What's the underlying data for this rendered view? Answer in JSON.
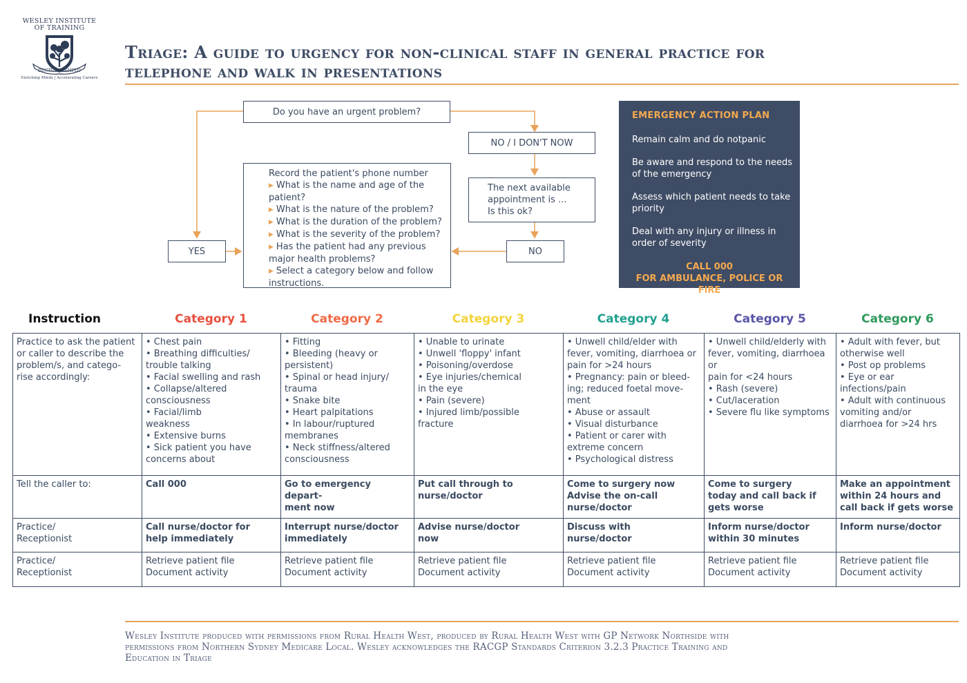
{
  "logo": {
    "name_line1": "WESLEY INSTITUTE",
    "name_line2": "OF TRAINING",
    "motto": "DUCTUS EXEMPLO",
    "tagline": "Enriching Minds | Accelerating Careers"
  },
  "title": {
    "line1": "Triage: A guide to urgency for non-clinical staff in general practice for",
    "line2": "telephone and walk in presentations"
  },
  "flowchart": {
    "question": "Do you have an urgent problem?",
    "no_now": "NO / I DON'T NOW",
    "next_appt": [
      "The next available",
      "appointment is ...",
      "Is this ok?"
    ],
    "yes": "YES",
    "no": "NO",
    "record_title": "Record the patient's phone number",
    "record_items": [
      "What is the name and age of the patient?",
      "What is the nature of the problem?",
      "What is the duration of the problem?",
      "What is the severity of the problem?",
      "Has the patient had any previous major health problems?",
      "Select a category below and follow instructions."
    ]
  },
  "emergency_plan": {
    "title": "EMERGENCY ACTION PLAN",
    "items": [
      "Remain calm and do notpanic",
      "Be aware and respond to the needs of the emergency",
      "Assess which patient needs to take priority",
      "Deal with any injury or illness in order of severity"
    ],
    "call_line1": "CALL 000",
    "call_line2": "FOR AMBULANCE, POLICE OR FIRE"
  },
  "colors": {
    "navy": "#3e4c65",
    "accent_orange": "#e8a35a",
    "instruction": "#111111",
    "cat1": "#e8503e",
    "cat2": "#f06a45",
    "cat3": "#f2d43a",
    "cat4": "#23a090",
    "cat5": "#5a55a6",
    "cat6": "#2e9a5a"
  },
  "table": {
    "headers": [
      "Instruction",
      "Category 1",
      "Category 2",
      "Category 3",
      "Category 4",
      "Category 5",
      "Category 6"
    ],
    "rows": [
      [
        [
          "Practice to ask the patient",
          "or caller to describe the",
          "problem/s, and catego-",
          "rise accordingly:"
        ],
        [
          "• Chest pain",
          "• Breathing difficulties/",
          "trouble talking",
          "• Facial swelling and rash",
          "• Collapse/altered",
          "consciousness",
          "• Facial/limb",
          "weakness",
          "• Extensive burns",
          "• Sick patient you have",
          "concerns about"
        ],
        [
          "• Fitting",
          "• Bleeding (heavy or",
          "persistent)",
          "• Spinal or head injury/",
          "trauma",
          "• Snake bite",
          "• Heart palpitations",
          "• In labour/ruptured",
          "membranes",
          "• Neck stiffness/altered",
          "consciousness"
        ],
        [
          "• Unable to urinate",
          "• Unwell 'floppy' infant",
          "• Poisoning/overdose",
          "• Eye injuries/chemical",
          "in the eye",
          "• Pain (severe)",
          "• Injured limb/possible",
          "fracture"
        ],
        [
          "• Unwell child/elder with",
          "fever, vomiting, diarrhoea or",
          "pain for >24 hours",
          "• Pregnancy: pain or bleed-",
          "ing; reduced foetal move-",
          "ment",
          "• Abuse or assault",
          "• Visual disturbance",
          "• Patient or carer with",
          "extreme concern",
          "• Psychological distress"
        ],
        [
          "• Unwell child/elderly with",
          "fever, vomiting, diarrhoea or",
          "pain for <24 hours",
          "• Rash (severe)",
          "• Cut/laceration",
          "• Severe flu like symptoms"
        ],
        [
          "• Adult with fever, but",
          "otherwise well",
          "• Post op problems",
          "• Eye or ear",
          "infections/pain",
          "• Adult with continuous",
          "vomiting and/or",
          "diarrhoea for >24 hrs"
        ]
      ],
      [
        [
          "Tell the caller to:"
        ],
        [
          "Call 000"
        ],
        [
          "Go to emergency depart-",
          "ment now"
        ],
        [
          "Put call through to",
          "nurse/doctor"
        ],
        [
          "Come to surgery now",
          "Advise the on-call",
          "nurse/doctor"
        ],
        [
          "Come to surgery",
          "today and call back if",
          "gets worse"
        ],
        [
          "Make an appointment",
          "within 24 hours and",
          "call back if gets worse"
        ]
      ],
      [
        [
          "Practice/",
          "Receptionist"
        ],
        [
          "Call nurse/doctor for",
          "help immediately"
        ],
        [
          "Interrupt nurse/doctor",
          "immediately"
        ],
        [
          "Advise nurse/doctor",
          "now"
        ],
        [
          "Discuss with",
          "nurse/doctor"
        ],
        [
          "Inform nurse/doctor",
          "within 30 minutes"
        ],
        [
          "Inform nurse/doctor"
        ]
      ],
      [
        [
          "Practice/",
          "Receptionist"
        ],
        [
          "Retrieve patient file",
          "Document activity"
        ],
        [
          "Retrieve patient file",
          "Document activity"
        ],
        [
          "Retrieve patient file",
          "Document activity"
        ],
        [
          "Retrieve patient file",
          "Document activity"
        ],
        [
          "Retrieve patient file",
          "Document activity"
        ],
        [
          "Retrieve patient file",
          "Document activity"
        ]
      ]
    ]
  },
  "footer": {
    "line1": "Wesley Institute produced with permissions from Rural Health West, produced by Rural Health West with GP Network Northside with",
    "line2": "permissions from Northern Sydney Medicare Local. Wesley acknowledges the RACGP Standards Criterion 3.2.3 Practice Training and",
    "line3": "Education in Triage"
  }
}
